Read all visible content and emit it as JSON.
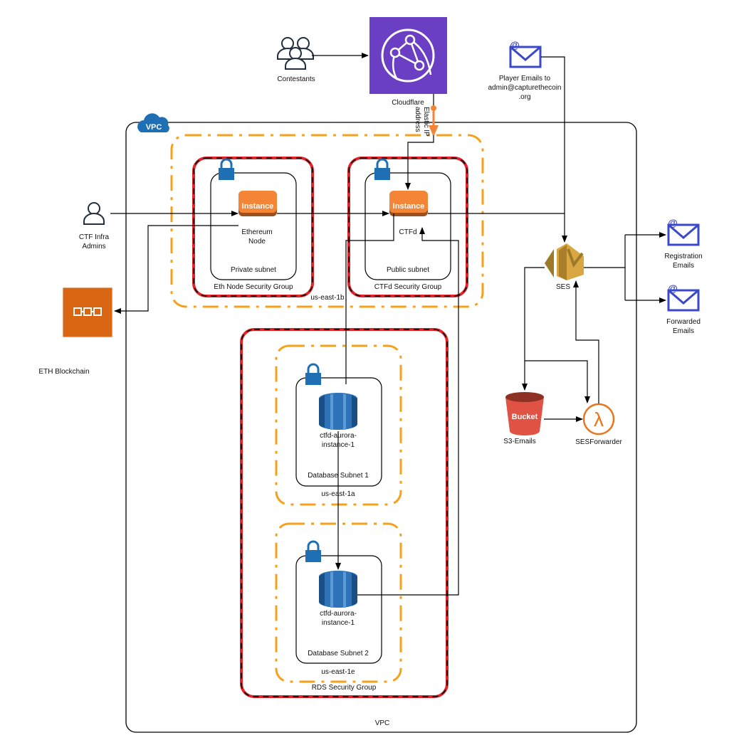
{
  "title": "CTF AWS architecture",
  "nodes": {
    "contestants": "Contestants",
    "cloudflare": "Cloudflare",
    "elastic_ip": [
      "Elastic IP",
      "address"
    ],
    "player_emails": [
      "Player Emails to",
      "admin@capturethecoin",
      ".org"
    ],
    "admins": [
      "CTF Infra",
      "Admins"
    ],
    "eth_blockchain": "ETH Blockchain",
    "instance_label": "Instance",
    "eth_node": [
      "Ethereum",
      "Node"
    ],
    "ctfd": "CTFd",
    "private_subnet": "Private subnet",
    "public_subnet": "Public subnet",
    "eth_sg": "Eth Node Security Group",
    "ctfd_sg": "CTFd Security Group",
    "az_1b": "us-east-1b",
    "db1": [
      "ctfd-aurora-",
      "instance-1"
    ],
    "db1_subnet": "Database Subnet 1",
    "az_1a": "us-east-1a",
    "db2": [
      "ctfd-aurora-",
      "instance-1"
    ],
    "db2_subnet": "Database Subnet 2",
    "az_1e": "us-east-1e",
    "rds_sg": "RDS Security Group",
    "vpc": "VPC",
    "vpc_badge": "VPC",
    "ses": "SES",
    "registration": [
      "Registration",
      "Emails"
    ],
    "forwarded": [
      "Forwarded",
      "Emails"
    ],
    "bucket_label": "Bucket",
    "s3": "S3-Emails",
    "lambda": "SESForwarder"
  },
  "colors": {
    "cloudflare": "#6a3fc4",
    "instance": "#f58536",
    "zone": "#f7a11a",
    "lock": "#1f6fb5",
    "email": "#3b48cc",
    "ses": "#d9a741",
    "bucket": "#e05243",
    "lambda": "#e8761f",
    "blockchain": "#d86613",
    "db": "#2e73b8"
  }
}
